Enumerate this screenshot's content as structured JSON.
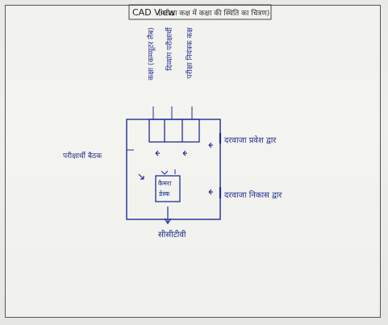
{
  "header": {
    "title": "CAD View",
    "subtitle": "(परीक्षा कक्ष में कक्षा की स्थिति का चित्रण)"
  },
  "diagram": {
    "top_labels": [
      "कक्षा (कम्प्यूटर लैब)",
      "दिव्यांग परीक्षार्थी",
      "परीक्षा नियंत्रक कक्ष"
    ],
    "left_label": "परीक्षार्थी बैठक",
    "right_labels": {
      "entry": "दरवाजा प्रवेश द्वार",
      "exit": "दरवाजा निकास द्वार"
    },
    "inner_box_text": [
      "कैमरा",
      "डेस्क"
    ],
    "bottom_label": "सीसीटीवी",
    "colors": {
      "ink": "#1f2f8f",
      "border": "#555555",
      "paper": "#efefec"
    }
  }
}
